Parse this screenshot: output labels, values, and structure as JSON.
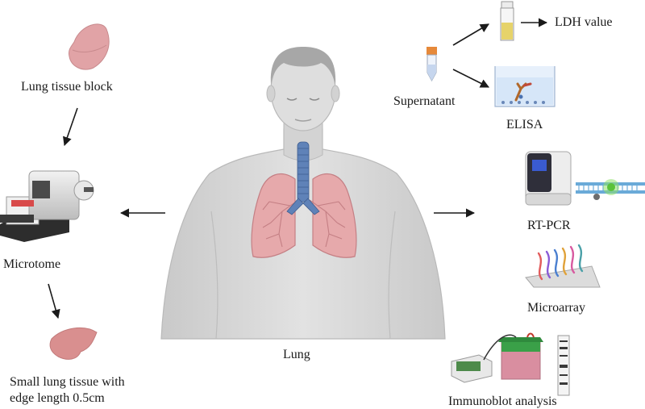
{
  "labels": {
    "lung_tissue_block": "Lung tissue block",
    "microtome": "Microtome",
    "small_tissue_line1": "Small lung tissue with",
    "small_tissue_line2": "edge length 0.5cm",
    "lung": "Lung",
    "supernatant": "Supernatant",
    "ldh_value": "LDH value",
    "elisa": "ELISA",
    "rt_pcr": "RT-PCR",
    "microarray": "Microarray",
    "immunoblot": "Immunoblot analysis"
  },
  "icons": {
    "lung_tissue_block": "lung-tissue-block-icon",
    "microtome": "microtome-icon",
    "small_tissue": "small-tissue-piece-icon",
    "body": "human-torso-with-lungs-icon",
    "tube": "centrifuge-tube-icon",
    "cuvette": "cuvette-icon",
    "elisa": "elisa-well-icon",
    "pcr": "pcr-machine-icon",
    "dna": "dna-amplification-icon",
    "microarray": "microarray-slide-icon",
    "immunoblot": "electrophoresis-apparatus-icon",
    "blot": "blot-strip-icon"
  },
  "colors": {
    "skin": "#dcdcdc",
    "skin_outline": "#b9b9b9",
    "lung": "#e6a9ab",
    "lung_dark": "#c47f84",
    "trachea": "#5f82b8",
    "tissue": "#d98f8f",
    "arrow": "#1a1a1a"
  }
}
